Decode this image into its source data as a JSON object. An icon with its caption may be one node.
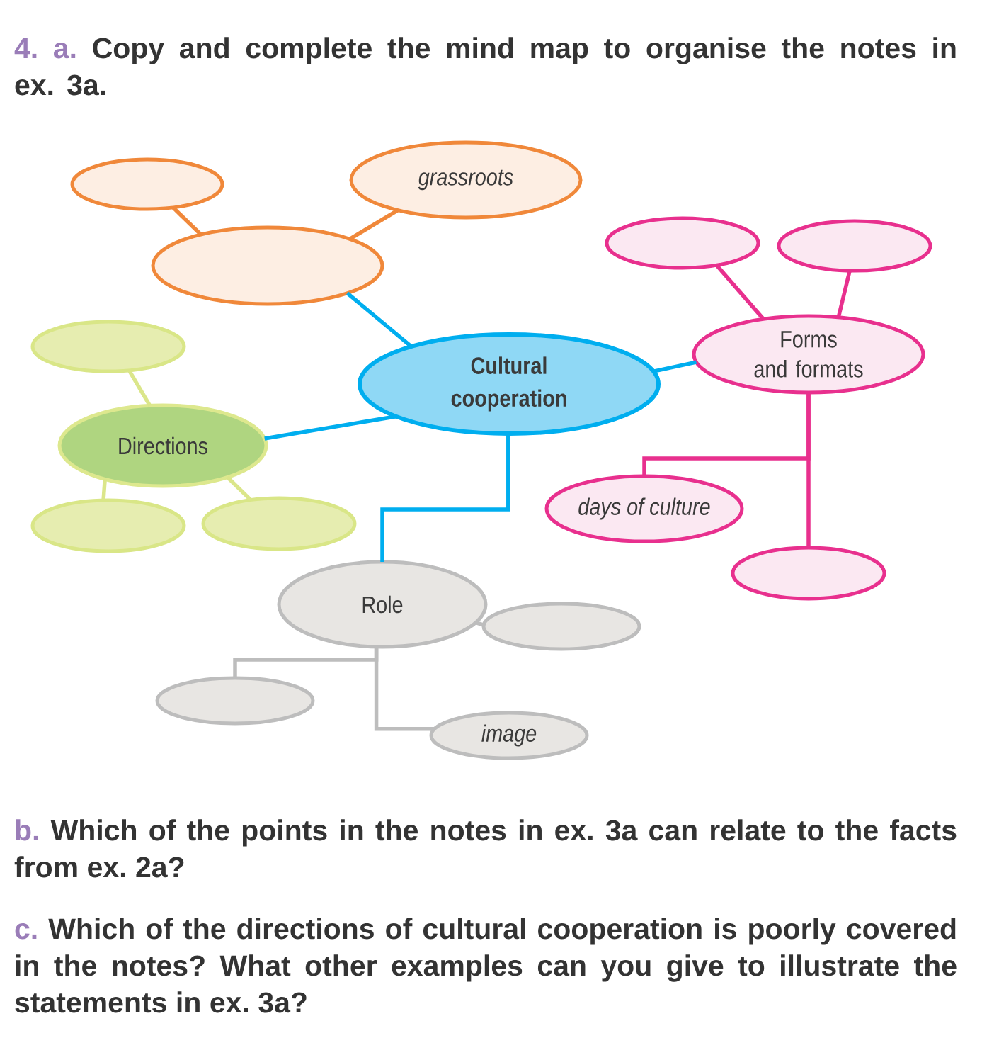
{
  "diagram": {
    "nodes": [
      {
        "text": [],
        "shape": "ellipse"
      },
      {
        "text": [
          "grassroots"
        ]
      },
      {
        "text": [],
        "shape": "ellipse"
      },
      {
        "text": [],
        "shape": "ellipse"
      },
      {
        "text": [],
        "shape": "ellipse"
      },
      {
        "text": [],
        "shape": "ellipse"
      },
      {
        "text": [
          "Cultural cooperation"
        ]
      },
      {
        "text": [
          "Forms and formats"
        ]
      },
      {
        "text": [
          "Directions"
        ]
      },
      {
        "text": [
          "days of culture"
        ]
      },
      {
        "text": [],
        "shape": "ellipse"
      },
      {
        "text": [],
        "shape": "ellipse"
      },
      {
        "text": [],
        "shape": "ellipse"
      },
      {
        "text": [
          "Role"
        ]
      },
      {
        "text": [],
        "shape": "ellipse"
      },
      {
        "text": [],
        "shape": "ellipse"
      },
      {
        "text": [
          "image"
        ]
      }
    ],
    "edges": [
      {
        "from": 2,
        "to": 0,
        "arrow": "none",
        "color": "#f0883a"
      },
      {
        "from": 2,
        "to": 1,
        "arrow": "none",
        "color": "#f0883a"
      },
      {
        "from": 6,
        "to": 2,
        "arrow": "none",
        "color": "#00aeef"
      },
      {
        "from": 6,
        "to": 8,
        "arrow": "none",
        "color": "#00aeef"
      },
      {
        "from": 6,
        "to": 7,
        "arrow": "none",
        "color": "#00aeef"
      },
      {
        "from": 6,
        "to": 13,
        "arrow": "none",
        "color": "#00aeef"
      },
      {
        "from": 7,
        "to": 3,
        "arrow": "none",
        "color": "#e8308e"
      },
      {
        "from": 7,
        "to": 4,
        "arrow": "none",
        "color": "#e8308e"
      },
      {
        "from": 7,
        "to": 9,
        "arrow": "none",
        "color": "#e8308e"
      },
      {
        "from": 7,
        "to": 12,
        "arrow": "none",
        "color": "#e8308e"
      },
      {
        "from": 8,
        "to": 5,
        "arrow": "none",
        "color": "#dbe68a"
      },
      {
        "from": 8,
        "to": 10,
        "arrow": "none",
        "color": "#dbe68a"
      },
      {
        "from": 8,
        "to": 11,
        "arrow": "none",
        "color": "#dbe68a"
      },
      {
        "from": 13,
        "to": 14,
        "arrow": "none",
        "color": "#bdbdbd"
      },
      {
        "from": 13,
        "to": 15,
        "arrow": "none",
        "color": "#bdbdbd"
      },
      {
        "from": 13,
        "to": 16,
        "arrow": "none",
        "color": "#bdbdbd"
      }
    ],
    "labels": [
      "4.",
      "a.",
      "Copy and complete the mind map to organise the notes in ex. 3a.",
      "b.",
      "Which of the points in the notes in ex. 3a can relate to the facts from ex. 2a?",
      "c.",
      "Which of the directions of cultural cooperation is poorly covered in the notes? What other examples can you give to illustrate the statements in ex. 3a?"
    ]
  }
}
